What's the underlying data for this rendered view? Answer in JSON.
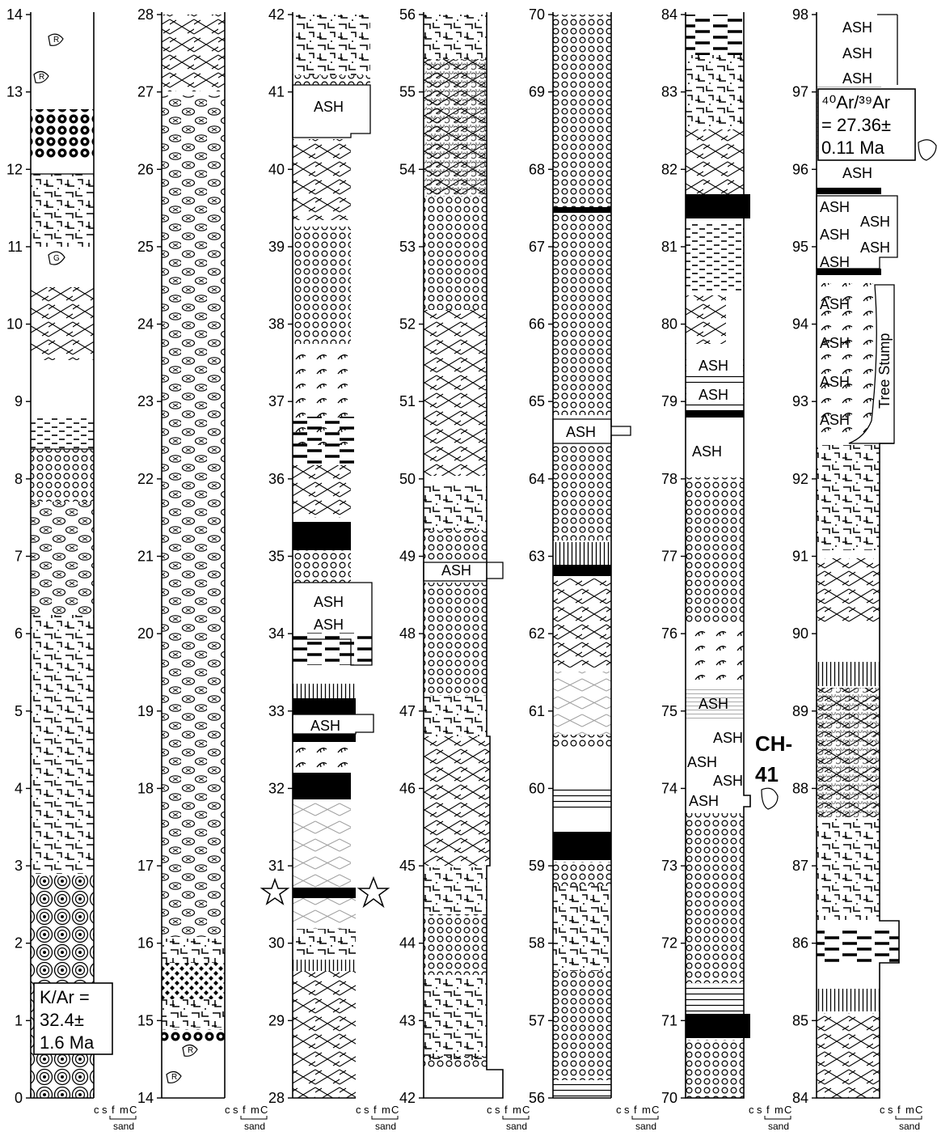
{
  "columns": [
    {
      "ticks": [
        "0",
        "1",
        "2",
        "3",
        "4",
        "5",
        "6",
        "7",
        "8",
        "9",
        "10",
        "11",
        "12",
        "13",
        "14"
      ]
    },
    {
      "ticks": [
        "14",
        "15",
        "16",
        "17",
        "18",
        "19",
        "20",
        "21",
        "22",
        "23",
        "24",
        "25",
        "26",
        "27",
        "28"
      ]
    },
    {
      "ticks": [
        "28",
        "29",
        "30",
        "31",
        "32",
        "33",
        "34",
        "35",
        "36",
        "37",
        "38",
        "39",
        "40",
        "41",
        "42"
      ]
    },
    {
      "ticks": [
        "42",
        "43",
        "44",
        "45",
        "46",
        "47",
        "48",
        "49",
        "50",
        "51",
        "52",
        "53",
        "54",
        "55",
        "56"
      ]
    },
    {
      "ticks": [
        "56",
        "57",
        "58",
        "59",
        "60",
        "61",
        "62",
        "63",
        "64",
        "65",
        "66",
        "67",
        "68",
        "69",
        "70"
      ]
    },
    {
      "ticks": [
        "70",
        "71",
        "72",
        "73",
        "74",
        "75",
        "76",
        "77",
        "78",
        "79",
        "80",
        "81",
        "82",
        "83",
        "84"
      ]
    },
    {
      "ticks": [
        "84",
        "85",
        "86",
        "87",
        "88",
        "89",
        "90",
        "91",
        "92",
        "93",
        "94",
        "95",
        "96",
        "97",
        "98"
      ]
    }
  ],
  "grain_scale": {
    "c": "c",
    "s": "s",
    "f": "f",
    "m": "m",
    "C": "C",
    "sand": "sand"
  },
  "ash_label": "ASH",
  "symbols": {
    "root": "R",
    "gastropod": "G"
  },
  "dates": {
    "kar": {
      "line1": "K/Ar =",
      "line2": "32.4±",
      "line3": "1.6 Ma"
    },
    "arar": {
      "line1": "⁴⁰Ar/³⁹Ar",
      "line2": "= 27.36±",
      "line3": "0.11 Ma"
    }
  },
  "tree_stump": "Tree Stump",
  "sample_id": {
    "line1": "CH-",
    "line2": "41"
  }
}
